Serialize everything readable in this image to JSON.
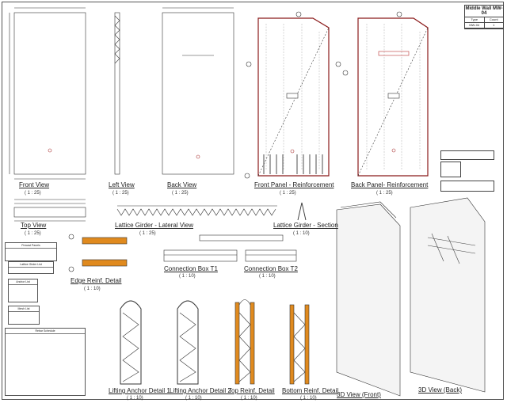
{
  "title_block": {
    "title": "Middle Wall MW-04",
    "type_label": "Type",
    "count_label": "Count",
    "type_value": "MW-04",
    "count_value": "1"
  },
  "views": {
    "front_view": {
      "title": "Front View",
      "scale": "( 1 : 25)"
    },
    "left_view": {
      "title": "Left View",
      "scale": "( 1 : 25)"
    },
    "back_view": {
      "title": "Back View",
      "scale": "( 1 : 25)"
    },
    "front_panel": {
      "title": "Front Panel - Reinforcement",
      "scale": "( 1 : 25)"
    },
    "back_panel": {
      "title": "Back Panel- Reinforcement",
      "scale": "( 1 : 25)"
    },
    "top_view": {
      "title": "Top View",
      "scale": "( 1 : 25)"
    },
    "lattice_lateral": {
      "title": "Lattice Girder - Lateral View",
      "scale": "( 1 : 25)"
    },
    "lattice_section": {
      "title": "Lattice Girder - Section",
      "scale": "( 1 : 10)"
    },
    "edge_detail": {
      "title": "Edge Reinf. Detail",
      "scale": "( 1 : 10)"
    },
    "conn_t1": {
      "title": "Connection Box T1",
      "scale": "( 1 : 10)"
    },
    "conn_t2": {
      "title": "Connection Box T2",
      "scale": "( 1 : 10)"
    },
    "lifting_1": {
      "title": "Lifting Anchor Detail 1",
      "scale": "( 1 : 10)"
    },
    "lifting_2": {
      "title": "Lifting Anchor Detail 2",
      "scale": "( 1 : 10)"
    },
    "top_reinf": {
      "title": "Top Reinf. Detail",
      "scale": "( 1 : 10)"
    },
    "bottom_reinf": {
      "title": "Bottom Reinf. Detail",
      "scale": "( 1 : 10)"
    },
    "view_3d_front": {
      "title": "3D View (Front)"
    },
    "view_3d_back": {
      "title": "3D View (Back)"
    }
  },
  "tables": {
    "precast": "Precast Panels",
    "lattice": "Lattice Girder List",
    "anchor": "Anchor List",
    "mesh": "Mesh List",
    "rebar": "Rebar Schedule"
  },
  "colors": {
    "rebar": "#e08a1e",
    "panel_edge": "#8b1a1a",
    "line": "#333333"
  }
}
